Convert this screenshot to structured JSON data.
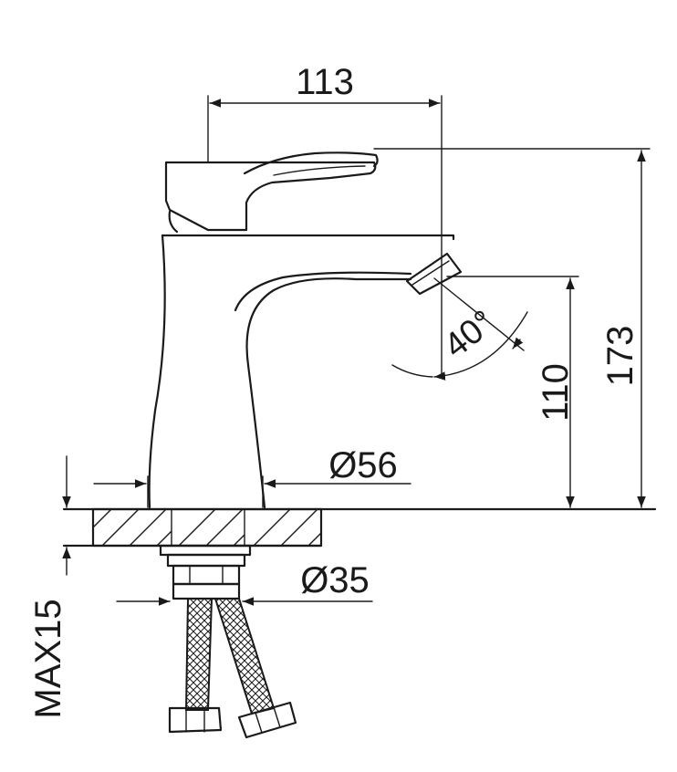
{
  "dimensions": {
    "spout_reach": "113",
    "total_height": "173",
    "spout_height": "110",
    "base_diameter": "Ø56",
    "shank_diameter": "Ø35",
    "spout_angle": "40°",
    "max_mount_thickness": "MAX15"
  }
}
